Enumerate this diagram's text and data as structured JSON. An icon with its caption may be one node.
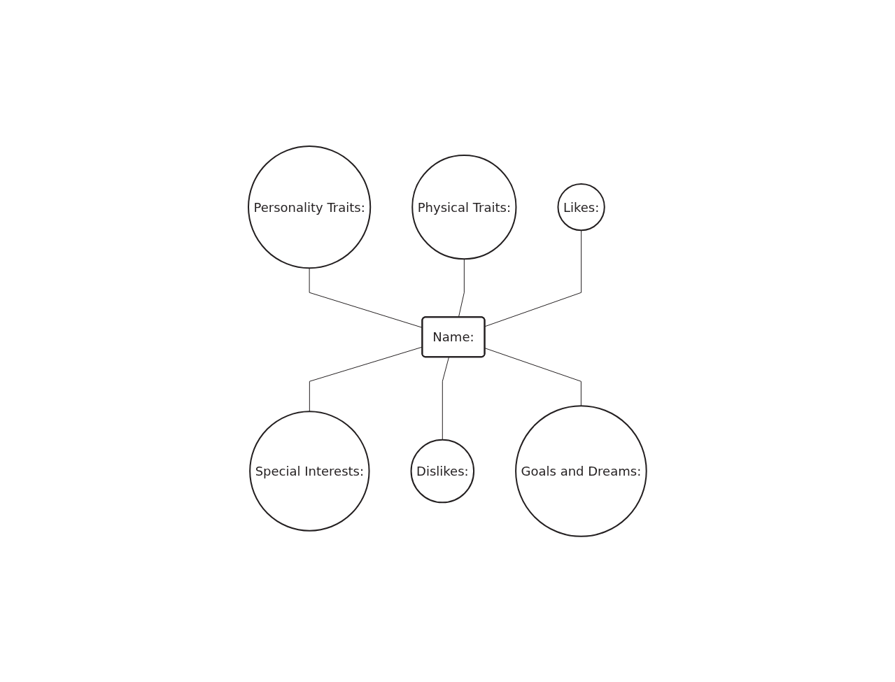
{
  "diagram": {
    "nodes": [
      {
        "text": [
          "Personality Traits:"
        ]
      },
      {
        "text": [
          "Physical Traits:"
        ]
      },
      {
        "text": [
          "Likes:"
        ]
      },
      {
        "text": [
          "Name:"
        ]
      },
      {
        "text": [
          "Special Interests:"
        ]
      },
      {
        "text": [
          "Dislikes:"
        ]
      },
      {
        "text": [
          "Goals and Dreams:"
        ]
      }
    ],
    "edges": [
      {
        "from": 0,
        "to": 3,
        "arrow": "none"
      },
      {
        "from": 1,
        "to": 3,
        "arrow": "none"
      },
      {
        "from": 2,
        "to": 3,
        "arrow": "none"
      },
      {
        "from": 3,
        "to": 4,
        "arrow": "none"
      },
      {
        "from": 3,
        "to": 5,
        "arrow": "none"
      },
      {
        "from": 3,
        "to": 6,
        "arrow": "none"
      }
    ]
  }
}
